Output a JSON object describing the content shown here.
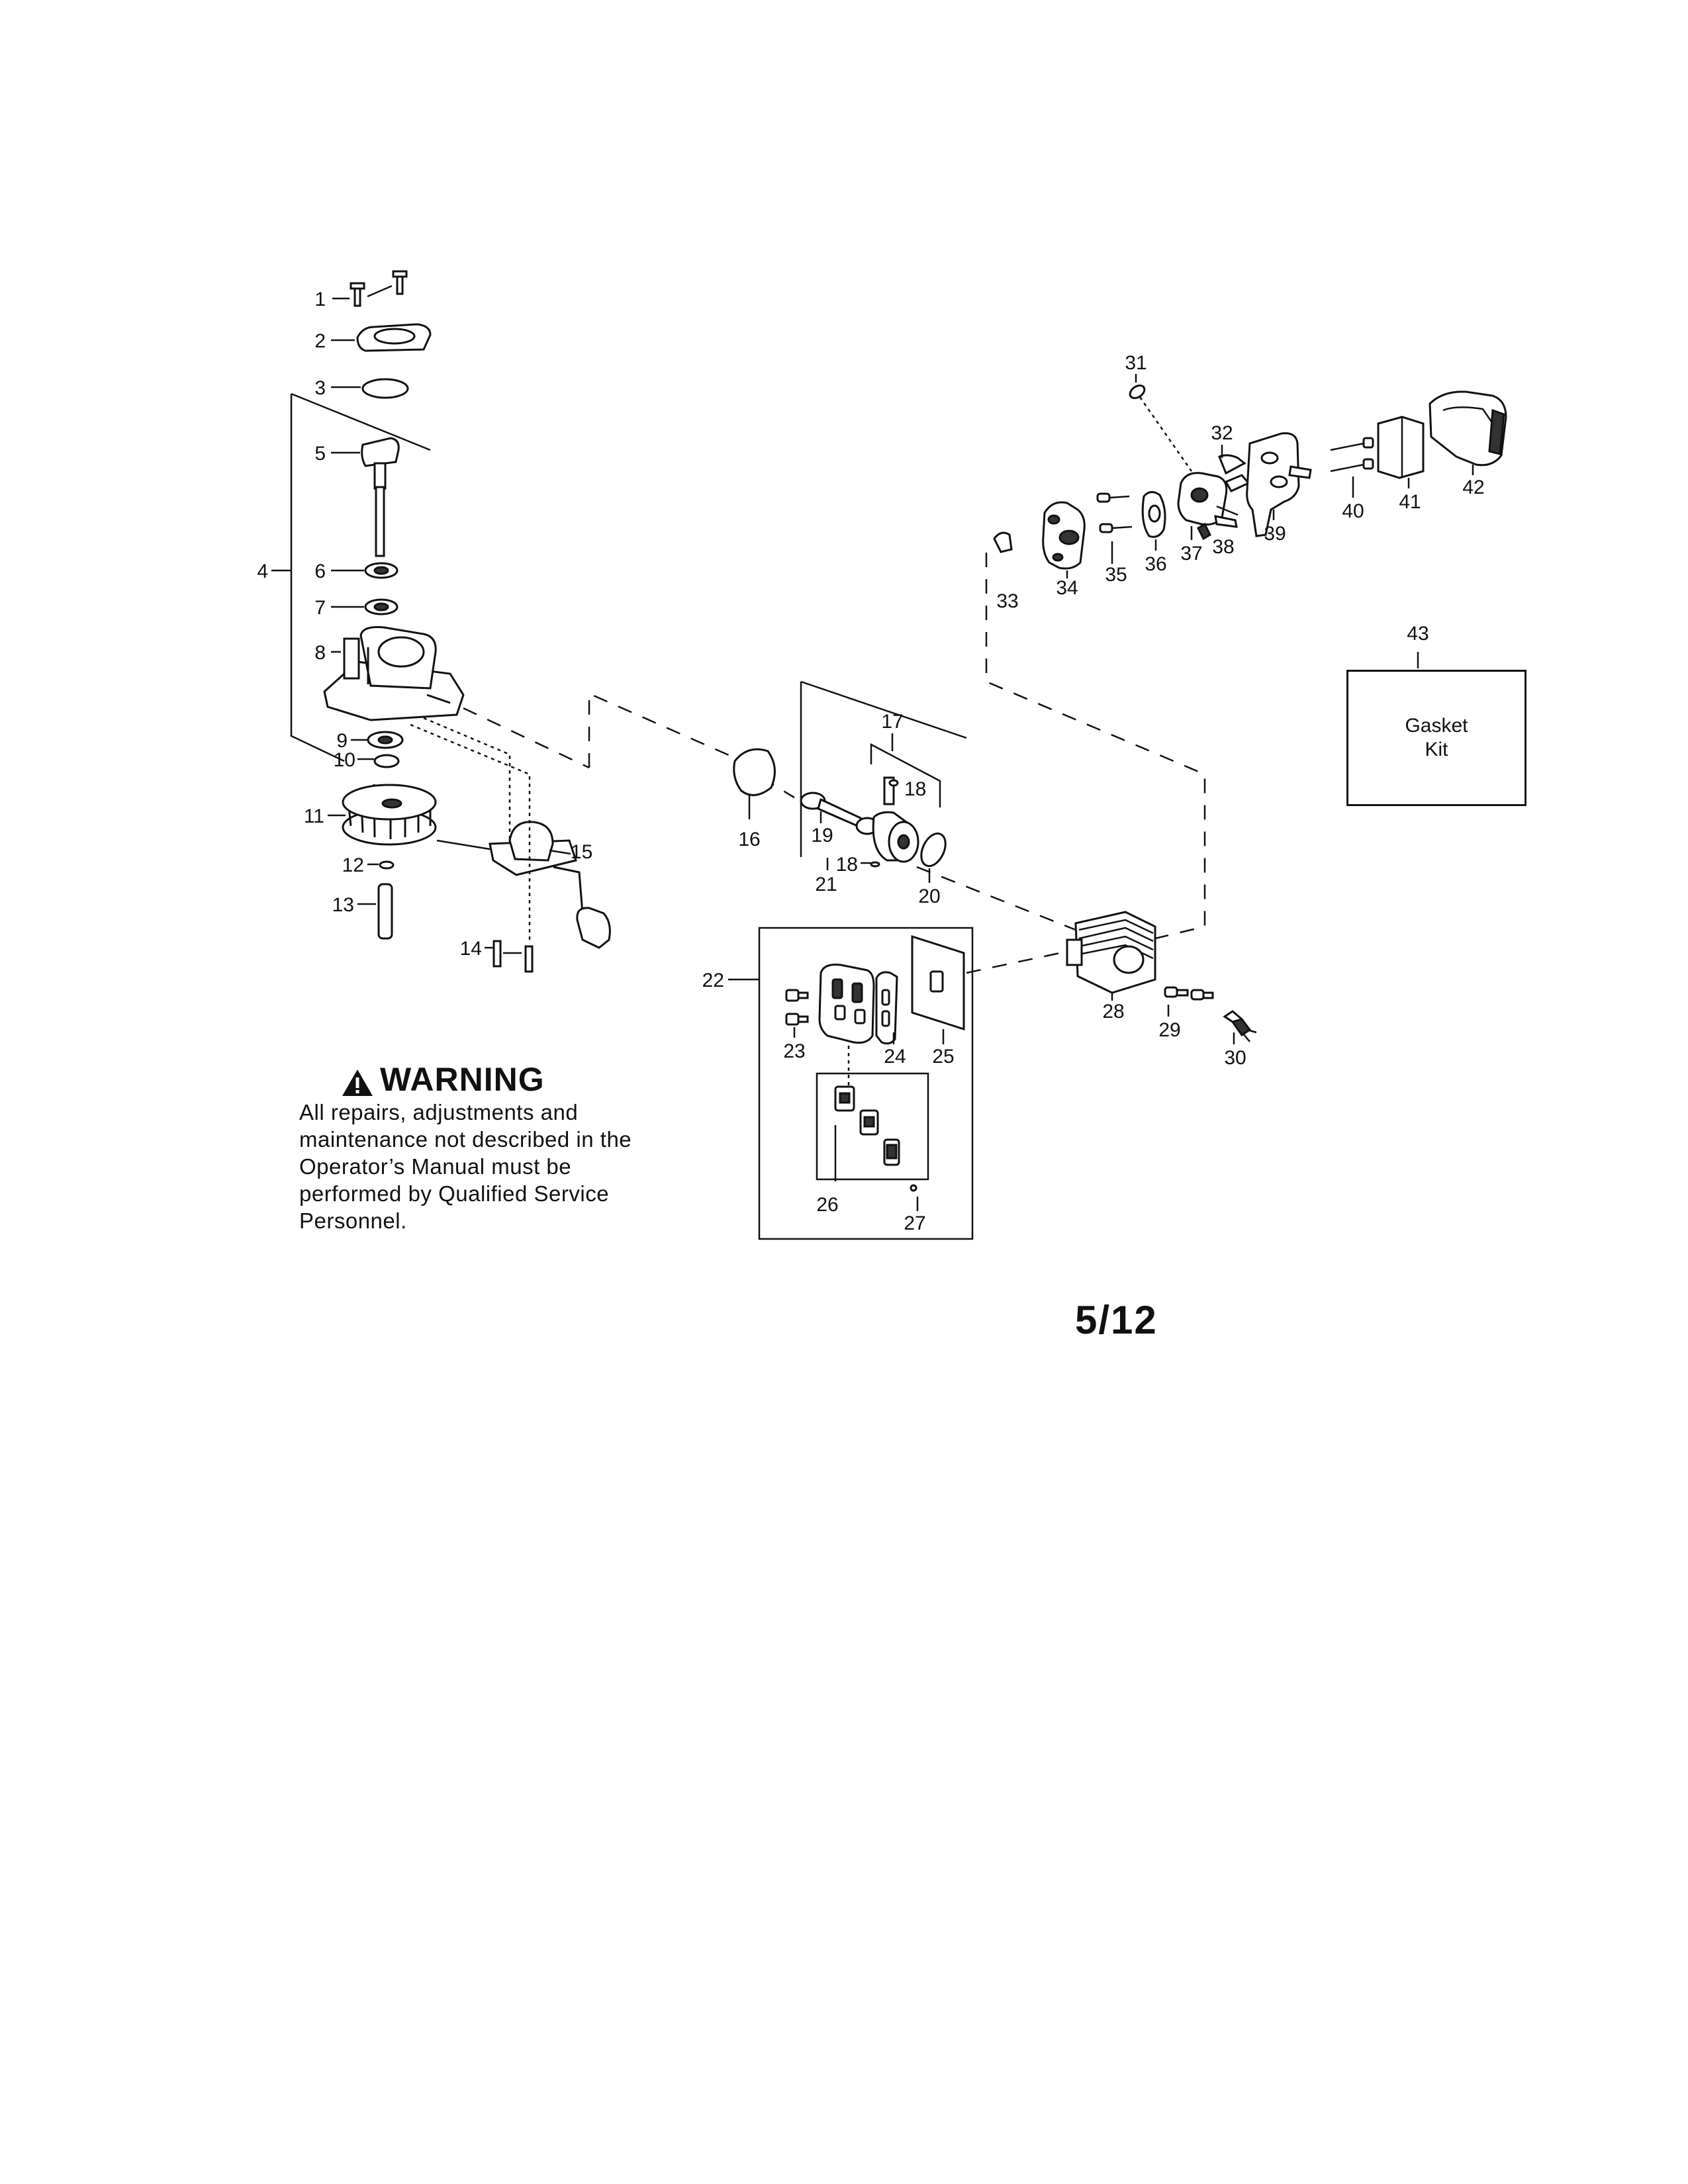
{
  "diagram": {
    "callouts": [
      "1",
      "2",
      "3",
      "4",
      "5",
      "6",
      "7",
      "8",
      "9",
      "10",
      "11",
      "12",
      "13",
      "14",
      "15",
      "16",
      "17",
      "18",
      "18",
      "19",
      "20",
      "21",
      "22",
      "23",
      "24",
      "25",
      "26",
      "27",
      "28",
      "29",
      "30",
      "31",
      "32",
      "33",
      "34",
      "35",
      "36",
      "37",
      "38",
      "39",
      "40",
      "41",
      "42",
      "43"
    ]
  },
  "gasket_kit": {
    "line1": "Gasket",
    "line2": "Kit"
  },
  "warning": {
    "title": "WARNING",
    "text": "All repairs, adjustments and maintenance not described in the Operator’s Manual must be performed by Qualified Service Personnel."
  },
  "page_number": "5/12"
}
